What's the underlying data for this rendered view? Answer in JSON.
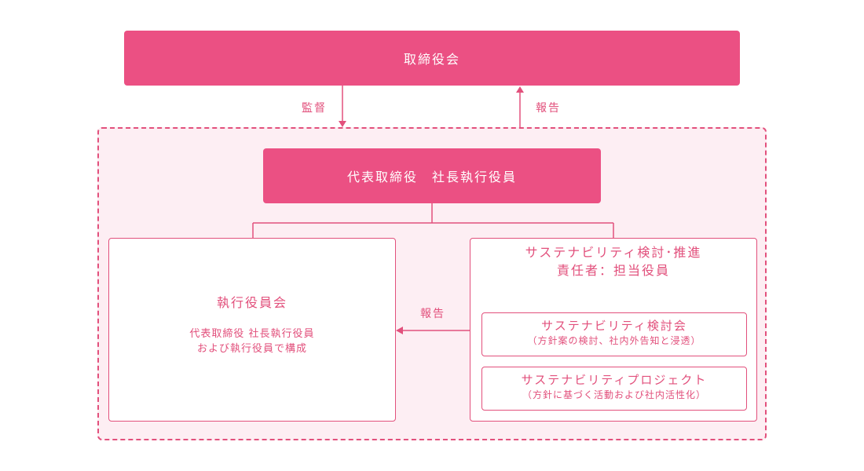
{
  "board": {
    "label": "取締役会"
  },
  "arrows": {
    "supervision": "監督",
    "report_up": "報告",
    "report_left": "報告"
  },
  "president": {
    "label": "代表取締役　社長執行役員"
  },
  "executive_committee": {
    "title": "執行役員会",
    "description_line1": "代表取締役 社長執行役員",
    "description_line2": "および執行役員で構成"
  },
  "sustainability": {
    "title_line1": "サステナビリティ検討･推進",
    "title_line2": "責任者：担当役員",
    "committee": {
      "name": "サステナビリティ検討会",
      "description": "（方針案の検討、社内外告知と浸透）"
    },
    "project": {
      "name": "サステナビリティプロジェクト",
      "description": "（方針に基づく活動および社内活性化）"
    }
  },
  "colors": {
    "accent": "#eb5083",
    "line": "#e2507c",
    "area_bg": "#fdeef3"
  }
}
